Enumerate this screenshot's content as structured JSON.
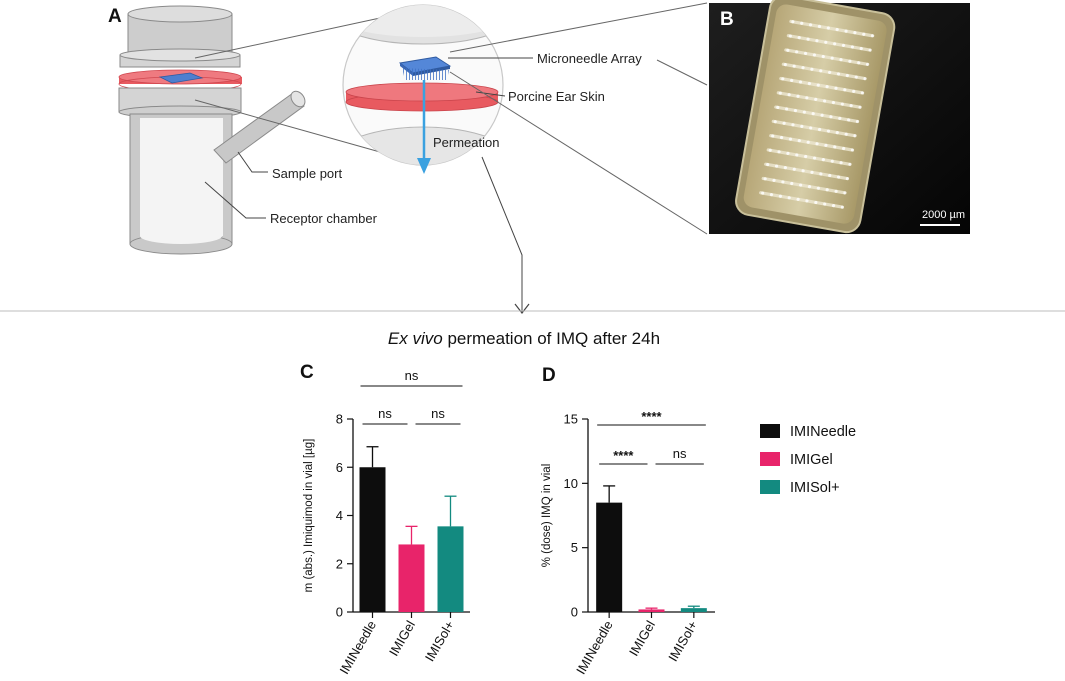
{
  "panels": {
    "a": "A",
    "b": "B",
    "c": "C",
    "d": "D"
  },
  "labels": {
    "microneedle_array": "Microneedle Array",
    "porcine_ear_skin": "Porcine Ear Skin",
    "permeation": "Permeation",
    "sample_port": "Sample port",
    "receptor_chamber": "Receptor chamber",
    "scale_bar": "2000 µm"
  },
  "header": {
    "italic": "Ex vivo",
    "rest": " permeation of IMQ after 24h"
  },
  "colors": {
    "imineedle": "#0d0d0d",
    "imigel": "#e8246a",
    "imisol": "#138a80",
    "skin": "#ee6a70",
    "arrow": "#3aa1e0",
    "array": "#3d6fc4"
  },
  "chart_data": [
    {
      "type": "bar",
      "panel": "C",
      "categories": [
        "IMINeedle",
        "IMIGel",
        "IMISol+"
      ],
      "values": [
        6.0,
        2.8,
        3.55
      ],
      "errors": [
        0.85,
        0.75,
        1.25
      ],
      "ylabel": "m (abs.) Imiquimod in vial [µg]",
      "ylim": [
        0,
        8
      ],
      "yticks": [
        0,
        2,
        4,
        6,
        8
      ],
      "significance": [
        {
          "from": 0,
          "to": 1,
          "label": "ns"
        },
        {
          "from": 1,
          "to": 2,
          "label": "ns"
        },
        {
          "from": 0,
          "to": 2,
          "label": "ns"
        }
      ]
    },
    {
      "type": "bar",
      "panel": "D",
      "categories": [
        "IMINeedle",
        "IMIGel",
        "IMISol+"
      ],
      "values": [
        8.5,
        0.2,
        0.3
      ],
      "errors": [
        1.3,
        0.1,
        0.15
      ],
      "ylabel": "% (dose) IMQ in vial",
      "ylim": [
        0,
        15
      ],
      "yticks": [
        0,
        5,
        10,
        15
      ],
      "significance": [
        {
          "from": 0,
          "to": 1,
          "label": "****"
        },
        {
          "from": 1,
          "to": 2,
          "label": "ns"
        },
        {
          "from": 0,
          "to": 2,
          "label": "****"
        }
      ]
    }
  ],
  "legend": [
    {
      "name": "IMINeedle",
      "color": "#0d0d0d"
    },
    {
      "name": "IMIGel",
      "color": "#e8246a"
    },
    {
      "name": "IMISol+",
      "color": "#138a80"
    }
  ]
}
